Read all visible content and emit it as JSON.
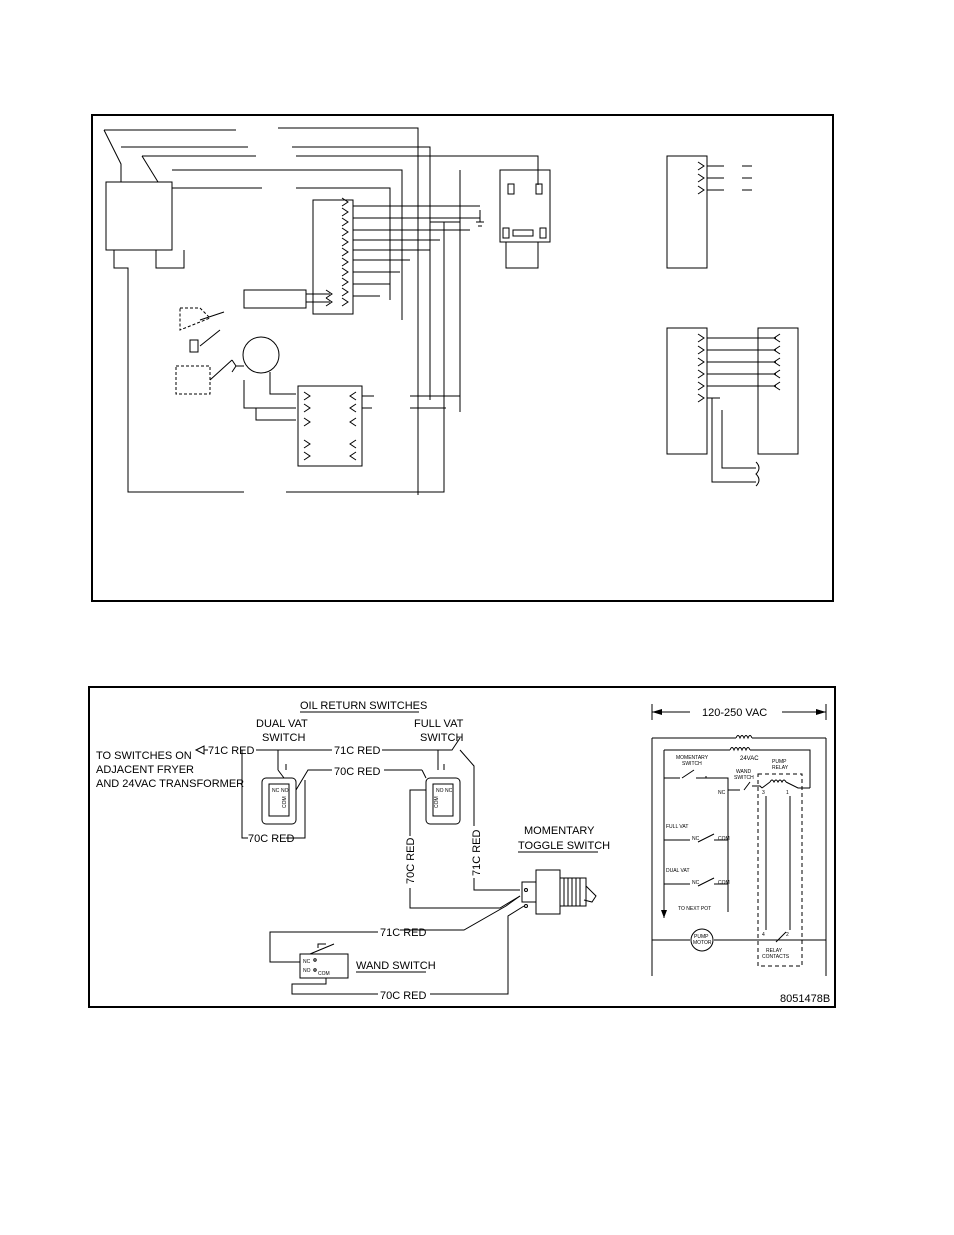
{
  "oil_return": {
    "title": "OIL RETURN SWITCHES",
    "dual_vat_l1": "DUAL VAT",
    "dual_vat_l2": "SWITCH",
    "full_vat_l1": "FULL VAT",
    "full_vat_l2": "SWITCH",
    "adjacent_l1": "TO SWITCHES ON",
    "adjacent_l2": "ADJACENT FRYER",
    "adjacent_l3": "AND 24VAC TRANSFORMER",
    "wire_71c_a": "71C RED",
    "wire_71c_b": "71C RED",
    "wire_70c_a": "70C RED",
    "wire_70c_b": "70C RED",
    "wire_70c_vert": "70C RED",
    "wire_71c_vert": "71C RED",
    "wire_71c_c": "71C RED",
    "wire_70c_c": "70C RED",
    "momentary_l1": "MOMENTARY",
    "momentary_l2": "TOGGLE SWITCH",
    "wand_switch": "WAND SWITCH",
    "nc": "NC",
    "no": "NO",
    "com": "COM"
  },
  "schematic": {
    "voltage": "120-250 VAC",
    "transformer": "24VAC",
    "momentary_l1": "MOMENTARY",
    "momentary_l2": "SWITCH",
    "wand_l1": "WAND",
    "wand_l2": "SWITCH",
    "pump_relay_l1": "PUMP",
    "pump_relay_l2": "RELAY",
    "nc": "NC",
    "full_vat": "FULL VAT",
    "dual_vat": "DUAL VAT",
    "com": "COM",
    "to_next_pot": "TO NEXT POT",
    "pump_l1": "PUMP",
    "pump_l2": "MOTOR",
    "relay_l1": "RELAY",
    "relay_l2": "CONTACTS",
    "t3": "3",
    "t1": "1",
    "t4": "4",
    "t2": "2"
  },
  "part_number": "8051478B"
}
